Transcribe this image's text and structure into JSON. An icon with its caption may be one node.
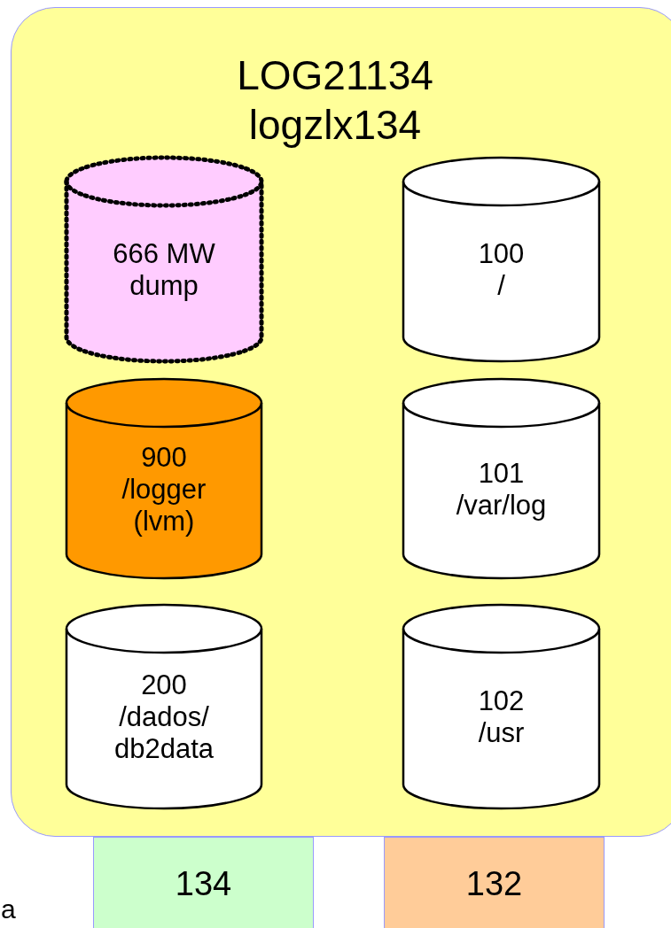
{
  "diagram": {
    "nodes": [
      {
        "text": [
          "LOG21134 logzlx134"
        ]
      },
      {
        "text": [
          "666 MW dump"
        ],
        "in": 0
      },
      {
        "text": [
          "100 /"
        ],
        "in": 0
      },
      {
        "text": [
          "900 /logger (lvm)"
        ],
        "in": 0
      },
      {
        "text": [
          "101 /var/log"
        ],
        "in": 0
      },
      {
        "text": [
          "200 /dados/ db2data"
        ],
        "in": 0
      },
      {
        "text": [
          "102 /usr"
        ],
        "in": 0
      },
      {
        "text": [
          "134"
        ]
      },
      {
        "text": [
          "132"
        ]
      }
    ],
    "edges": [],
    "labels": [
      "a"
    ]
  }
}
